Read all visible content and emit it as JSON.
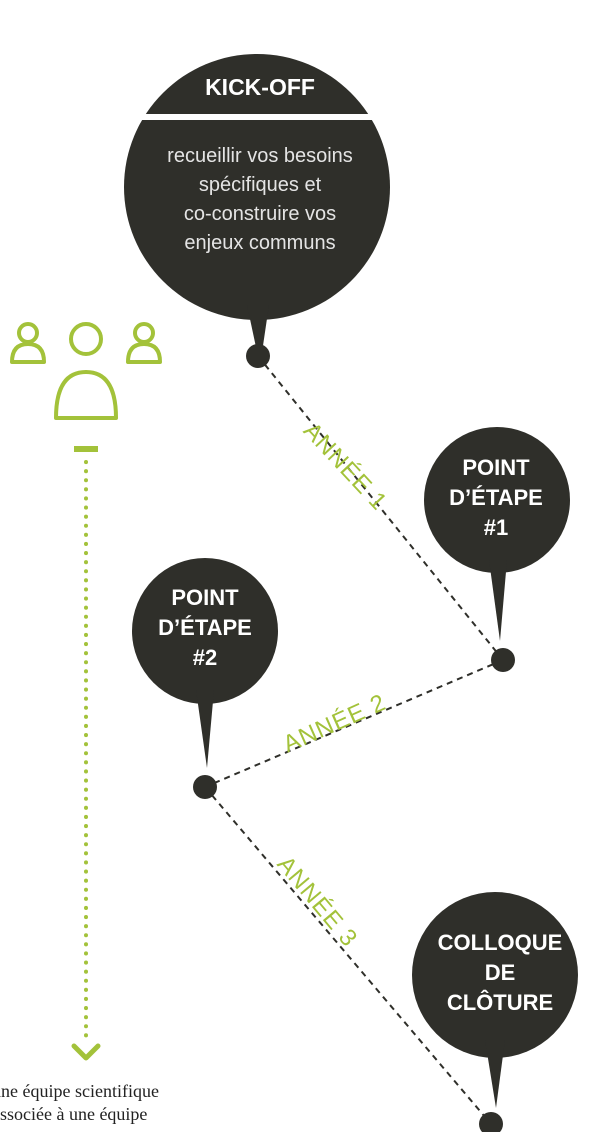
{
  "colors": {
    "dark": "#2f2f2a",
    "accent": "#a3c23a",
    "white": "#ffffff"
  },
  "milestones": {
    "kickoff": {
      "title": "KICK-OFF",
      "description": "recueillir vos besoins\nspécifiques et\nco-construire vos\nenjeux communs"
    },
    "point1": {
      "title": "POINT\nD’ÉTAPE\n#1"
    },
    "point2": {
      "title": "POINT\nD’ÉTAPE\n#2"
    },
    "closing": {
      "title": "COLLOQUE\nDE\nCLÔTURE"
    }
  },
  "years": {
    "year1": "ANNÉE 1",
    "year2": "ANNÉE 2",
    "year3": "ANNÉE 3"
  },
  "team": {
    "icon": "people-group-icon",
    "arrow_icon": "chevron-down-icon",
    "note": "une équipe scientifique\nassociée à une équipe"
  }
}
